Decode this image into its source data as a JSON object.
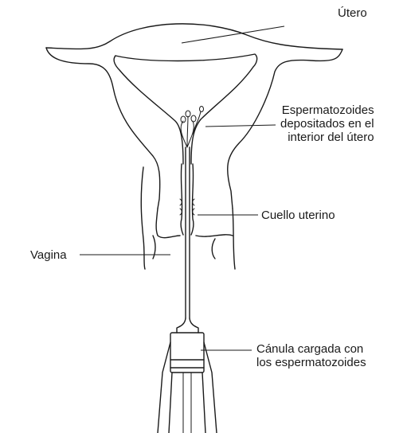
{
  "labels": {
    "utero": "Útero",
    "espermatozoides": [
      "Espermatozoides",
      "depositados en el",
      "interior del útero"
    ],
    "cuello": "Cuello uterino",
    "vagina": "Vagina",
    "canula": [
      "Cánula cargada con",
      "los espermatozoides"
    ]
  }
}
